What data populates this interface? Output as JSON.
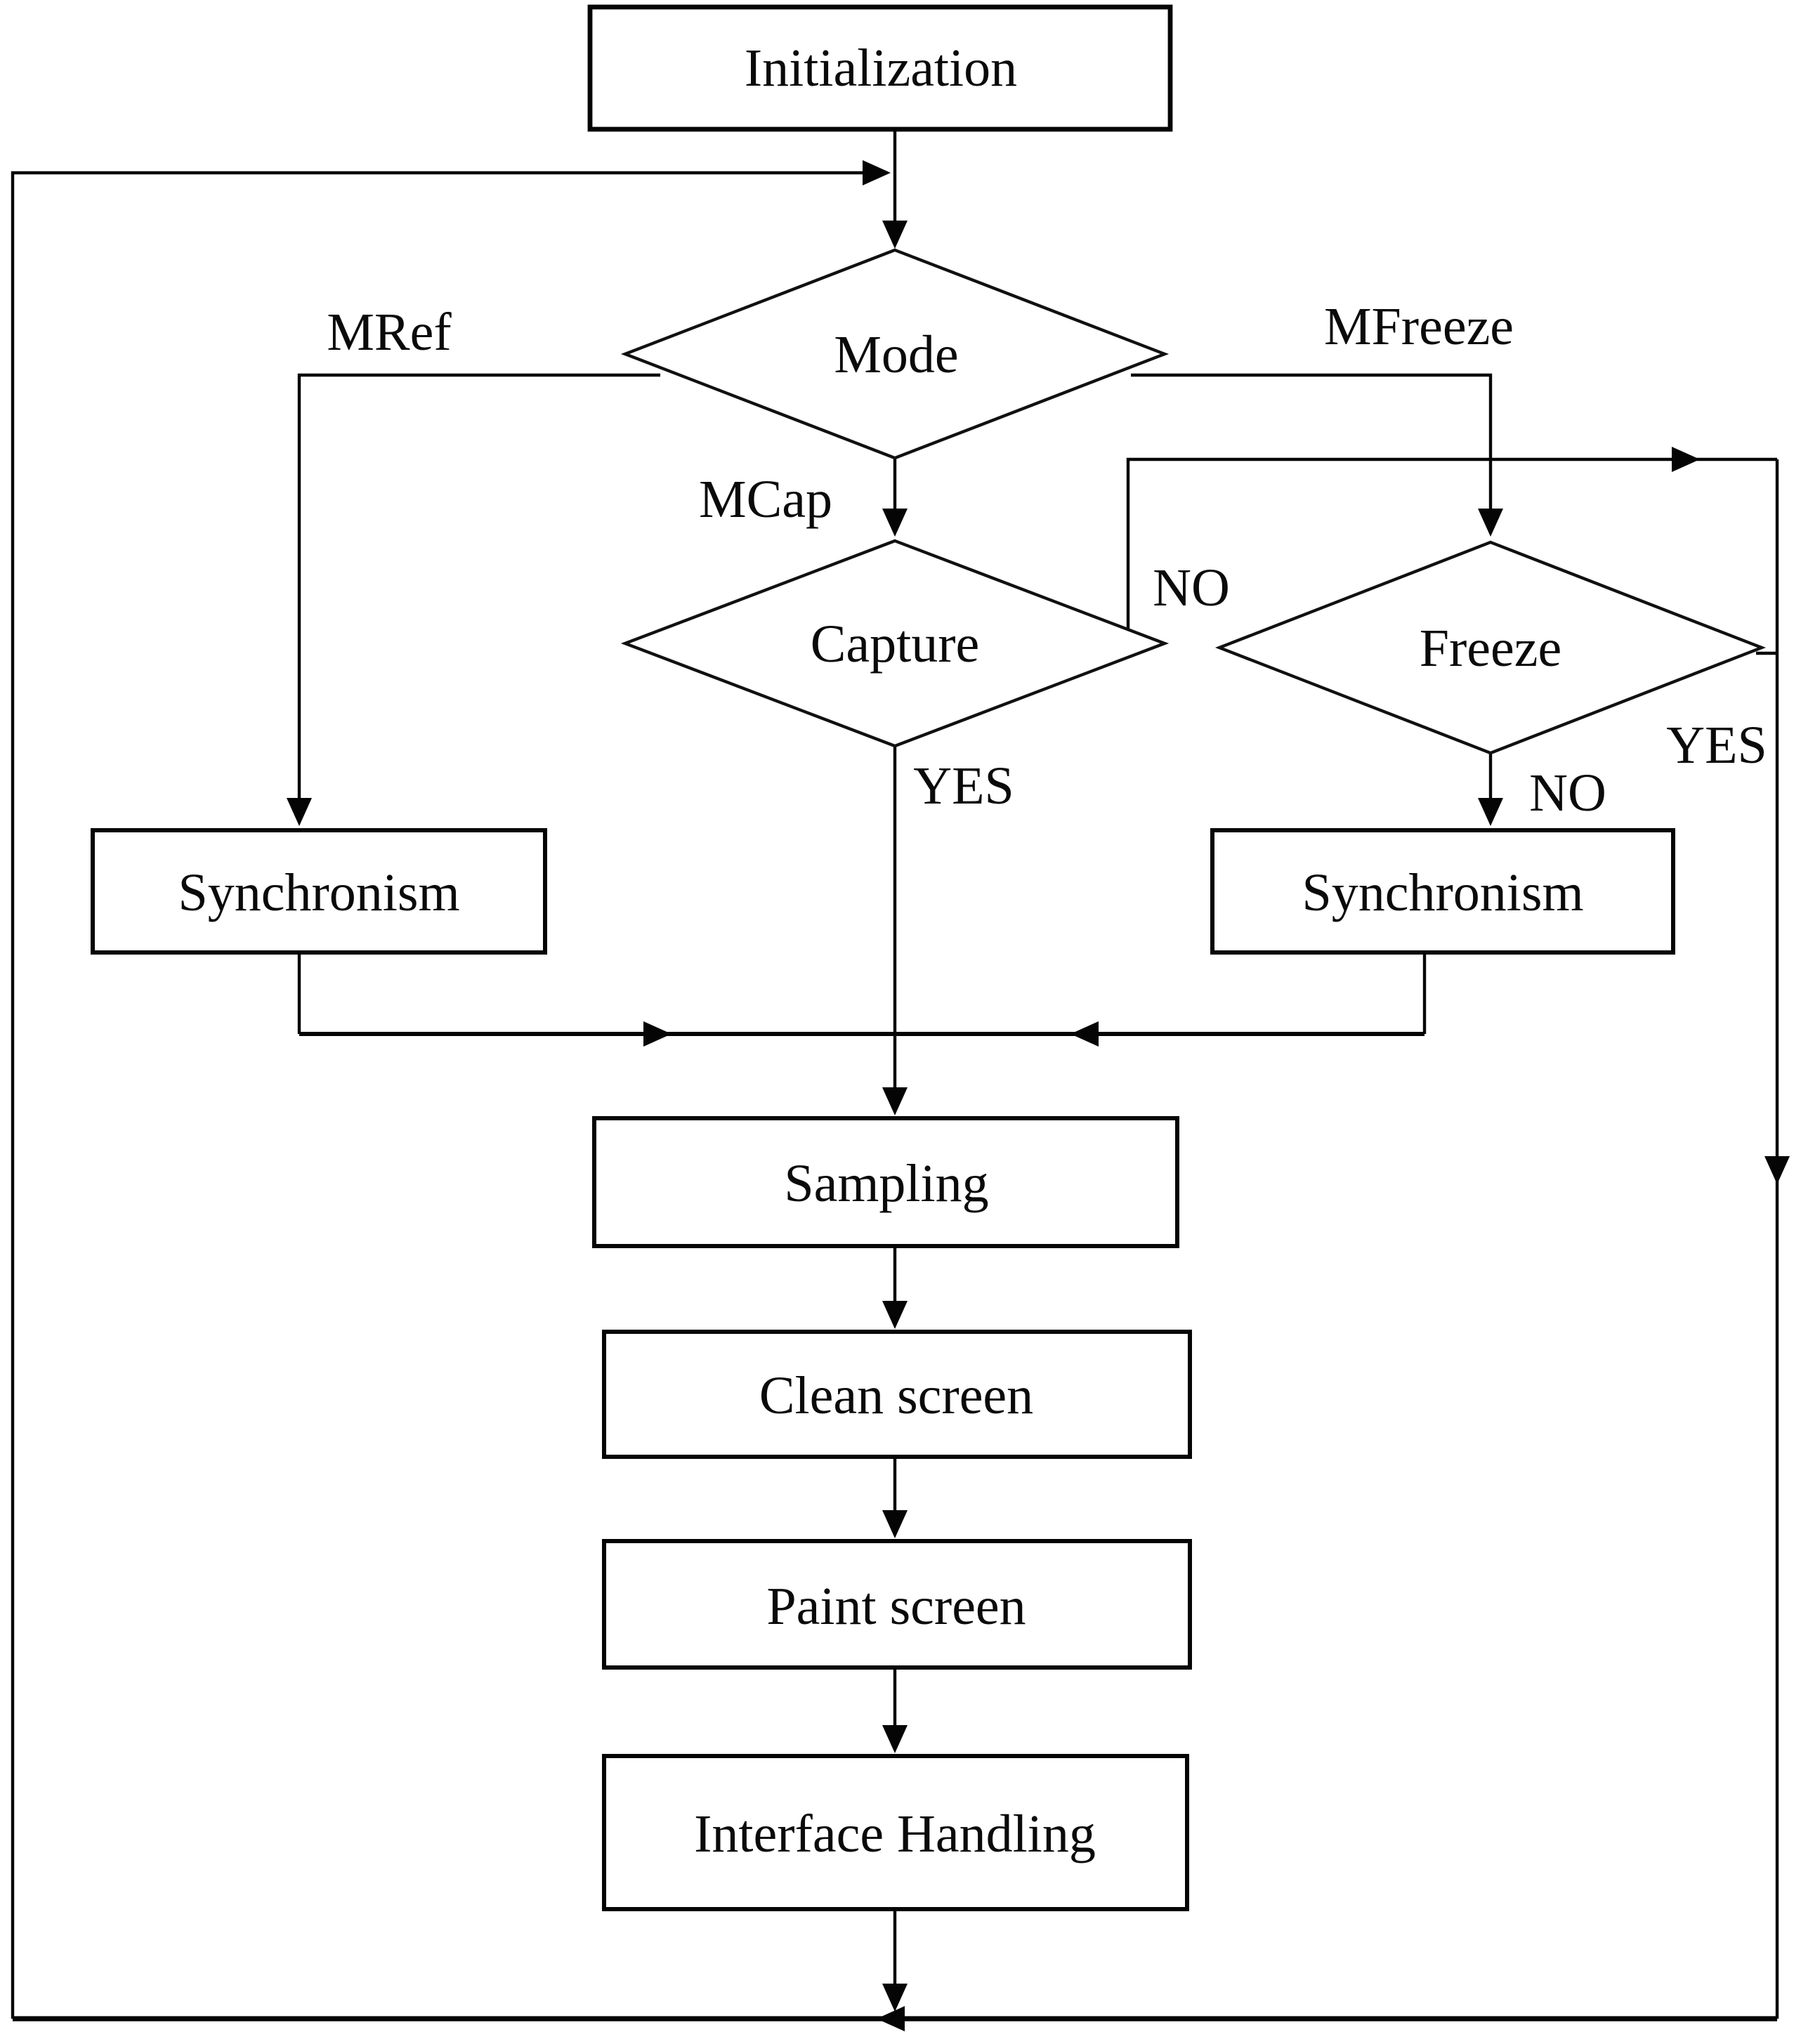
{
  "figure": {
    "background": "#ffffff",
    "line_color": "#050505",
    "text_color": "#0a0a0a"
  },
  "nodes": {
    "initialization": {
      "label": "Initialization",
      "shape": "rectangle"
    },
    "mode": {
      "label": "Mode",
      "shape": "diamond"
    },
    "capture": {
      "label": "Capture",
      "shape": "diamond"
    },
    "freeze": {
      "label": "Freeze",
      "shape": "diamond"
    },
    "synchronism_left": {
      "label": "Synchronism",
      "shape": "rectangle"
    },
    "synchronism_right": {
      "label": "Synchronism",
      "shape": "rectangle"
    },
    "sampling": {
      "label": "Sampling",
      "shape": "rectangle"
    },
    "clean_screen": {
      "label": "Clean screen",
      "shape": "rectangle"
    },
    "paint_screen": {
      "label": "Paint screen",
      "shape": "rectangle"
    },
    "interface_handling": {
      "label": "Interface Handling",
      "shape": "rectangle"
    }
  },
  "edge_labels": {
    "mode_mref": "MRef",
    "mode_mfreeze": "MFreeze",
    "mode_mcap": "MCap",
    "capture_yes": "YES",
    "capture_no": "NO",
    "freeze_no": "NO",
    "freeze_yes": "YES"
  }
}
